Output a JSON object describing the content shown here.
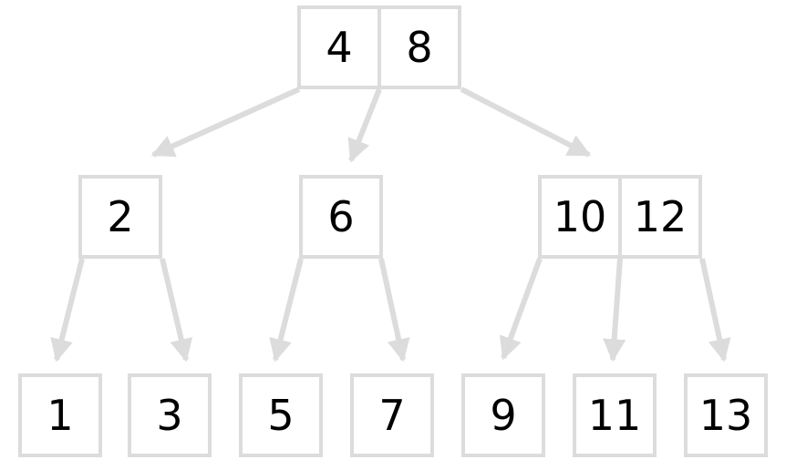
{
  "colors": {
    "border": "#dcdcdc",
    "edge": "#dcdcdc",
    "text": "#000000"
  },
  "tree": {
    "root": {
      "keys": [
        "4",
        "8"
      ]
    },
    "level1": [
      {
        "keys": [
          "2"
        ]
      },
      {
        "keys": [
          "6"
        ]
      },
      {
        "keys": [
          "10",
          "12"
        ]
      }
    ],
    "leaves": [
      {
        "keys": [
          "1"
        ]
      },
      {
        "keys": [
          "3"
        ]
      },
      {
        "keys": [
          "5"
        ]
      },
      {
        "keys": [
          "7"
        ]
      },
      {
        "keys": [
          "9"
        ]
      },
      {
        "keys": [
          "11"
        ]
      },
      {
        "keys": [
          "13"
        ]
      }
    ]
  }
}
